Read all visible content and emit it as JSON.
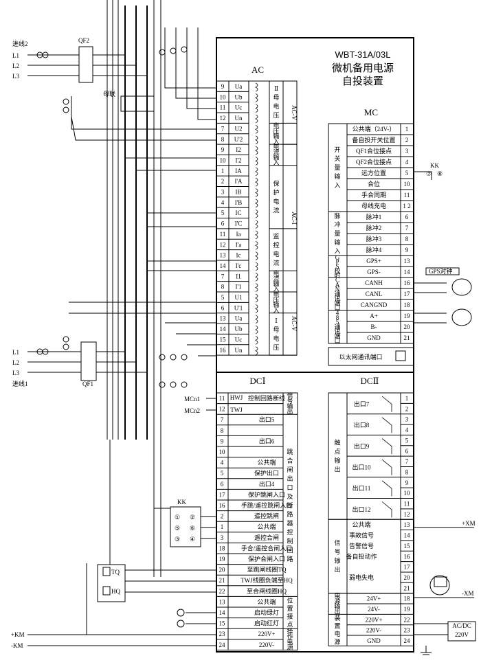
{
  "device": {
    "model": "WBT-31A/03L",
    "name_line1": "微机备用电源",
    "name_line2": "自投装置"
  },
  "sections": {
    "ac": "AC",
    "mc": "MC",
    "dc1": "DCⅠ",
    "dc2": "DCⅡ"
  },
  "external": {
    "incoming2": "进线2",
    "incoming1": "进线1",
    "qf2": "QF2",
    "qf1": "QF1",
    "buscoupler": "母联",
    "phases": [
      "L1",
      "L2",
      "L3"
    ],
    "kk": "KK",
    "tq": "TQ",
    "hq": "HQ",
    "mcn1": "MCn1",
    "mcn2": "MCn2",
    "plus_km": "+KM",
    "minus_km": "-KM",
    "plus_xm": "+XM",
    "minus_xm": "-XM",
    "gps_pulse": "GPS对钟",
    "acdc": "AC/DC",
    "acdc_v": "220V",
    "kk_mc": "KK",
    "kk_mc_pos": [
      "⑦",
      "⑧"
    ],
    "kk_dc": [
      [
        "①",
        "②"
      ],
      [
        "⑤",
        "⑥"
      ],
      [
        "③",
        "④"
      ]
    ]
  },
  "ac_rows": [
    {
      "n": "9",
      "s": "Ua"
    },
    {
      "n": "10",
      "s": "Ub"
    },
    {
      "n": "11",
      "s": "Uc"
    },
    {
      "n": "12",
      "s": "Un"
    },
    {
      "n": "7",
      "s": "U2"
    },
    {
      "n": "8",
      "s": "U'2"
    },
    {
      "n": "9",
      "s": "I2"
    },
    {
      "n": "10",
      "s": "I'2"
    },
    {
      "n": "1",
      "s": "IA"
    },
    {
      "n": "2",
      "s": "I'A"
    },
    {
      "n": "3",
      "s": "IB"
    },
    {
      "n": "4",
      "s": "I'B"
    },
    {
      "n": "5",
      "s": "IC"
    },
    {
      "n": "6",
      "s": "I'C"
    },
    {
      "n": "11",
      "s": "Ia"
    },
    {
      "n": "12",
      "s": "I'a"
    },
    {
      "n": "13",
      "s": "Ic"
    },
    {
      "n": "14",
      "s": "I'c"
    },
    {
      "n": "7",
      "s": "I1"
    },
    {
      "n": "8",
      "s": "I'1"
    },
    {
      "n": "5",
      "s": "U1"
    },
    {
      "n": "6",
      "s": "U'1"
    },
    {
      "n": "13",
      "s": "Ua"
    },
    {
      "n": "14",
      "s": "Ub"
    },
    {
      "n": "15",
      "s": "Uc"
    },
    {
      "n": "16",
      "s": "Un"
    }
  ],
  "ac_groups": [
    "Ⅱ母电压",
    "电压输入",
    "电流输入",
    "保护电流",
    "监控电流",
    "电流输入",
    "电压输入",
    "Ⅰ母电压"
  ],
  "ac_side": [
    "AC-V",
    "AC-I",
    "AC-V"
  ],
  "mc_rows": [
    {
      "label": "公共端（24V-）",
      "n": "1"
    },
    {
      "label": "备自投开关位置",
      "n": "2"
    },
    {
      "label": "QF1合位接点",
      "n": "3"
    },
    {
      "label": "QF2合位接点",
      "n": "4"
    },
    {
      "label": "远方位置",
      "n": "5"
    },
    {
      "label": "合位",
      "n": "10"
    },
    {
      "label": "手合同期",
      "n": "11"
    },
    {
      "label": "母线充电",
      "n": "1\n2"
    },
    {
      "label": "脉冲1",
      "n": "6"
    },
    {
      "label": "脉冲2",
      "n": "7"
    },
    {
      "label": "脉冲3",
      "n": "8"
    },
    {
      "label": "脉冲4",
      "n": "9"
    },
    {
      "label": "GPS+",
      "n": "13"
    },
    {
      "label": "GPS-",
      "n": "14"
    },
    {
      "label": "CANH",
      "n": "16"
    },
    {
      "label": "CANL",
      "n": "17"
    },
    {
      "label": "CANGND",
      "n": "18"
    },
    {
      "label": "A+",
      "n": "19"
    },
    {
      "label": "B-",
      "n": "20"
    },
    {
      "label": "GND",
      "n": "21"
    }
  ],
  "mc_groups": [
    "开关量输入",
    "脉冲量输入",
    "GPS校时",
    "CAN通讯端口",
    "485通讯端口"
  ],
  "ethernet": "以太网通讯端口",
  "dc1_rows": [
    {
      "n": "11",
      "label": "控制回路断线"
    },
    {
      "n": "12",
      "label": ""
    },
    {
      "n": "7",
      "label": "出口5"
    },
    {
      "n": "8",
      "label": ""
    },
    {
      "n": "9",
      "label": "出口6"
    },
    {
      "n": "10",
      "label": ""
    },
    {
      "n": "4",
      "label": "公共端"
    },
    {
      "n": "5",
      "label": "保护出口"
    },
    {
      "n": "6",
      "label": "出口4"
    },
    {
      "n": "17",
      "label": "保护跳闸入口"
    },
    {
      "n": "16",
      "label": "手跳/遥控跳闸入口"
    },
    {
      "n": "2",
      "label": "遥控跳闸"
    },
    {
      "n": "1",
      "label": "公共端"
    },
    {
      "n": "3",
      "label": "遥控合闸"
    },
    {
      "n": "18",
      "label": "手合/遥控合闸入口"
    },
    {
      "n": "19",
      "label": "保护合闸入口"
    },
    {
      "n": "20",
      "label": "至跳闸线圈TQ"
    },
    {
      "n": "21",
      "label": "TWJ线圈负端至HQ"
    },
    {
      "n": "22",
      "label": "至合闸线圈HQ"
    },
    {
      "n": "13",
      "label": "公共端"
    },
    {
      "n": "14",
      "label": "启动绿灯"
    },
    {
      "n": "15",
      "label": "启动红灯"
    },
    {
      "n": "23",
      "label": "220V+"
    },
    {
      "n": "24",
      "label": "220V-"
    }
  ],
  "dc1_side": {
    "signal": "信号输出",
    "trip": "跳合闸出口及断路器控制回路",
    "pos": "位置接点",
    "power": "操作电源",
    "hwj": "HWJ",
    "twj": "TWJ"
  },
  "dc2_rows": [
    {
      "label": "出口7",
      "a": "1",
      "b": "2"
    },
    {
      "label": "出口8",
      "a": "3",
      "b": "4"
    },
    {
      "label": "出口9",
      "a": "5",
      "b": "6"
    },
    {
      "label": "出口10",
      "a": "7",
      "b": "8"
    },
    {
      "label": "出口11",
      "a": "9",
      "b": "10"
    },
    {
      "label": "出口12",
      "a": "11",
      "b": "12"
    }
  ],
  "dc2_sig": [
    {
      "label": "公共端",
      "n": "13"
    },
    {
      "label": "事故信号",
      "n": "14"
    },
    {
      "label": "告警信号",
      "n": "15"
    },
    {
      "label": "备自投动作",
      "n": "16"
    },
    {
      "label": "",
      "n": "17"
    },
    {
      "label": "弱电失电",
      "n": "20"
    },
    {
      "label": "",
      "n": "21"
    }
  ],
  "dc2_power": [
    {
      "label": "24V+",
      "n": "18"
    },
    {
      "label": "24V-",
      "n": "19"
    },
    {
      "label": "220V+",
      "n": "22"
    },
    {
      "label": "220V-",
      "n": "23"
    },
    {
      "label": "GND",
      "n": "24"
    }
  ],
  "dc2_groups": {
    "contact": "触点输出",
    "signal": "信号输出",
    "psu_out": "电源输出",
    "psu_dev": "装置电源"
  }
}
